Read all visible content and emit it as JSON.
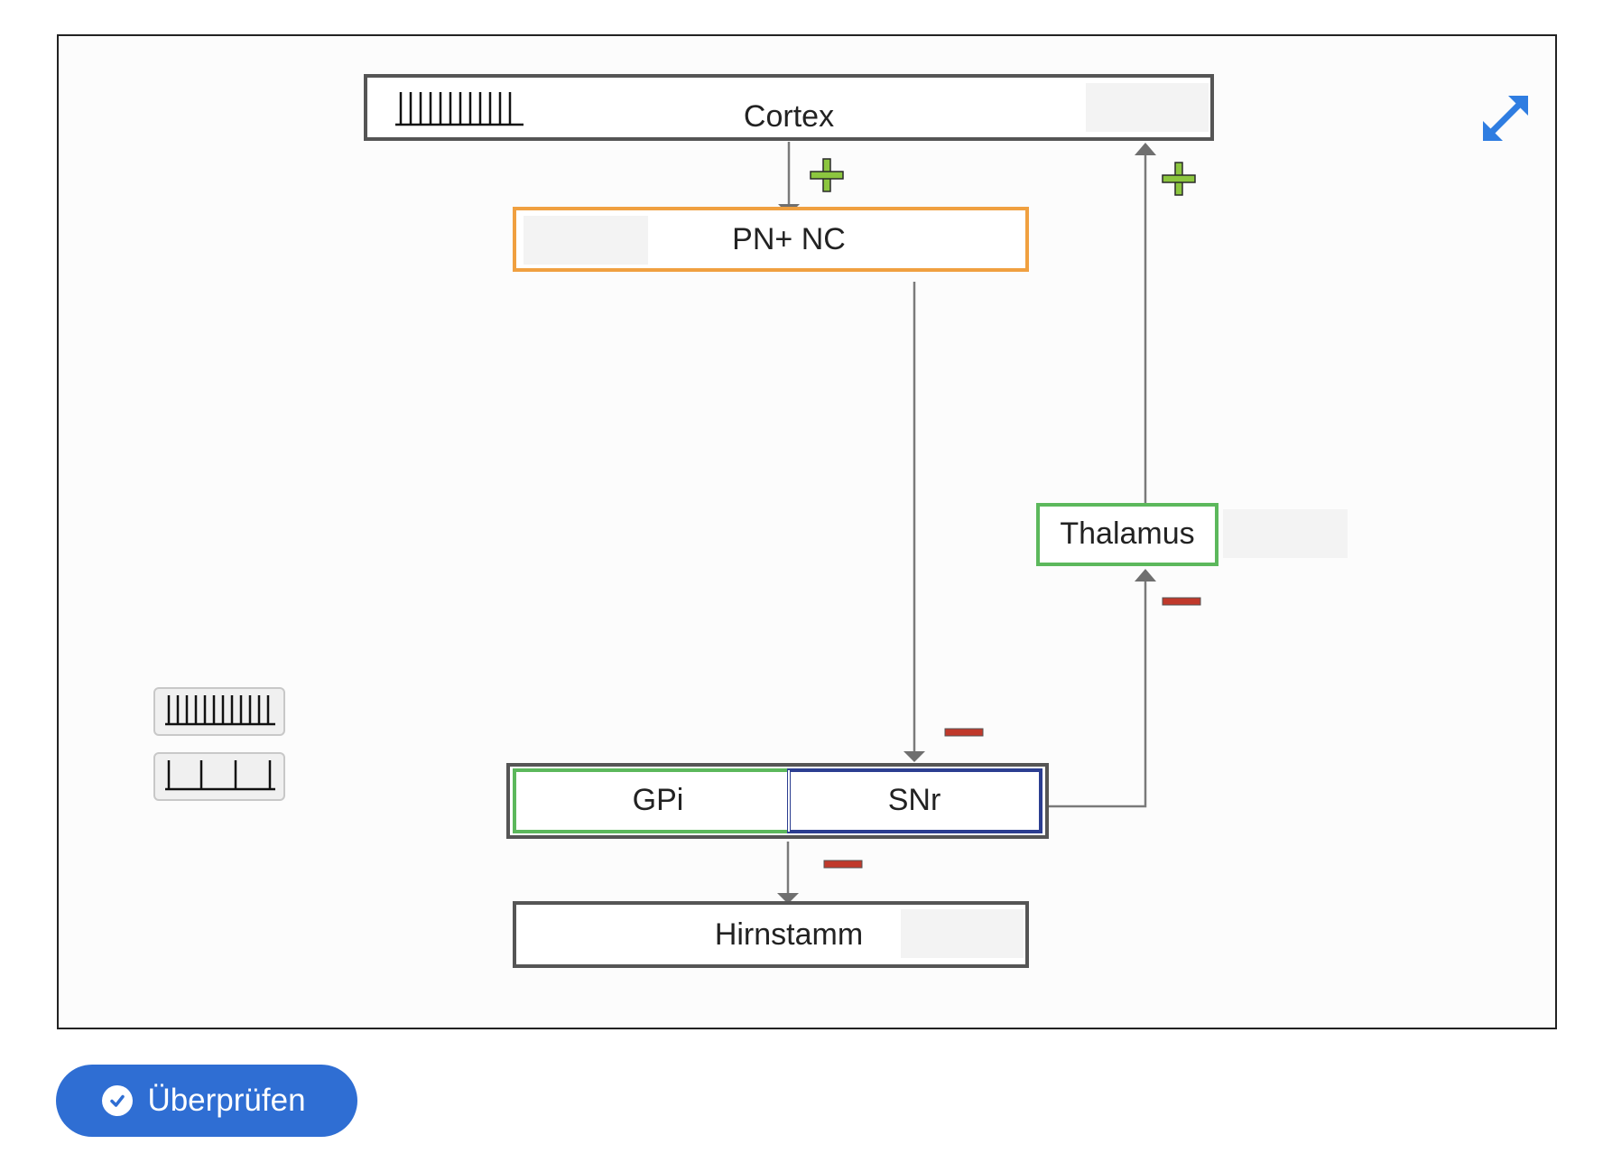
{
  "diagram": {
    "nodes": {
      "cortex": "Cortex",
      "pn_nc": "PN+ NC",
      "thalamus": "Thalamus",
      "gpi": "GPi",
      "snr": "SNr",
      "hirnstamm": "Hirnstamm"
    },
    "signs": {
      "plus": "+",
      "minus": "−"
    },
    "colors": {
      "excitatory": "#8cc63f",
      "inhibitory": "#c0392b",
      "pn_border": "#f0a040",
      "green_border": "#5cb85c",
      "blue_border": "#2c3e91",
      "dark_border": "#555555"
    },
    "icons": {
      "fullscreen": "expand-arrows-icon",
      "high_frequency": "spike-train-high-icon",
      "low_frequency": "spike-train-low-icon"
    }
  },
  "actions": {
    "check_label": "Überprüfen",
    "check_icon": "check-circle-icon"
  }
}
